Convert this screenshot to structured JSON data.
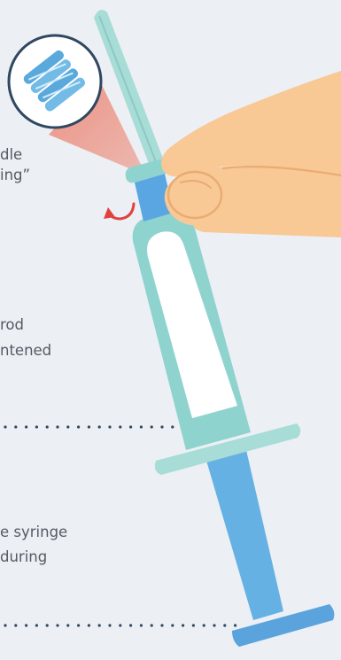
{
  "captions": {
    "needle_1": "dle",
    "needle_2": "ing”",
    "rod_1": "rod",
    "rod_2": "ntened",
    "syringe_1": "e syringe",
    "syringe_2": "during"
  },
  "colors": {
    "background": "#eceff4",
    "barrel": "#8fd3cf",
    "barrel_flange": "#a7dcd7",
    "needle": "#a7dcd7",
    "plunger": "#66b1e4",
    "hub": "#5aa6e2",
    "hand_skin": "#f8c895",
    "hand_outline": "#e9ab72",
    "zoom_cone": "#ec8d7c",
    "twist_arrow": "#e0433f",
    "dotted_line": "#2f4760",
    "caption_text": "#555a63"
  },
  "icons": {
    "twist": "curved-twist-arrow-icon",
    "zoom": "zoom-magnifier-circle-icon",
    "spring": "spiral-thread-icon"
  }
}
